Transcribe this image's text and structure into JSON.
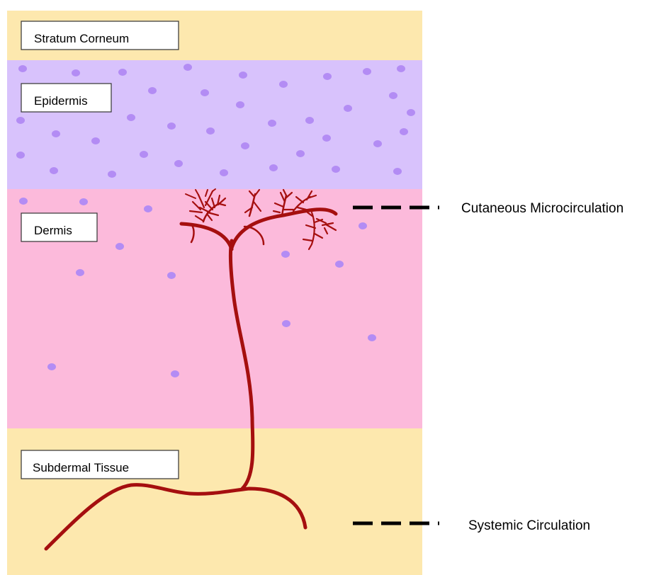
{
  "diagram": {
    "layers": [
      {
        "id": "stratum",
        "label": "Stratum Corneum",
        "color": "#fde8ae"
      },
      {
        "id": "epidermis",
        "label": "Epidermis",
        "color": "#d8c2fc"
      },
      {
        "id": "dermis",
        "label": "Dermis",
        "color": "#fcbadb"
      },
      {
        "id": "subdermal",
        "label": "Subdermal Tissue",
        "color": "#fde8ae"
      }
    ],
    "annotations": {
      "microcirculation": "Cutaneous Microcirculation",
      "systemic": "Systemic Circulation"
    },
    "colors": {
      "vessel": "#a50f0f",
      "cell": "#b38cf4",
      "label_border": "#333333"
    }
  }
}
